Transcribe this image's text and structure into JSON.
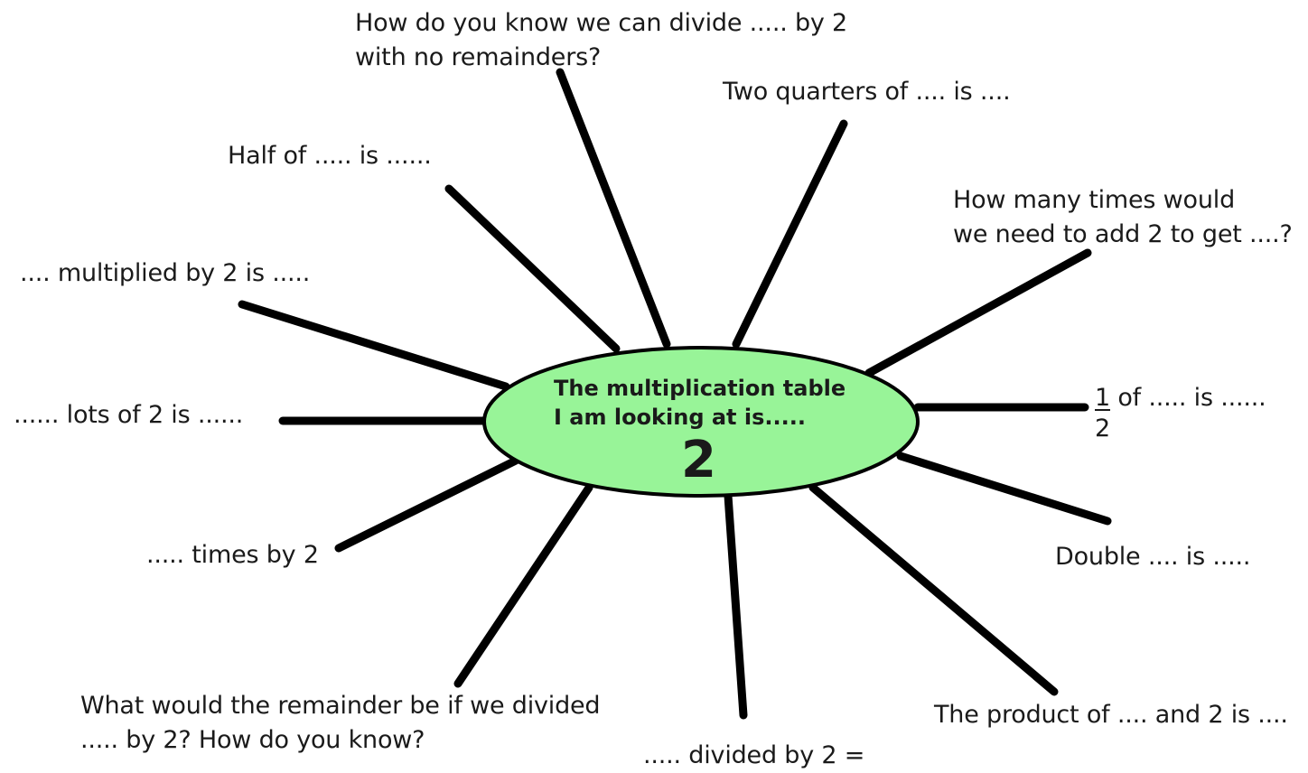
{
  "center": {
    "line1": "The multiplication table",
    "line2": "I am looking at is.....",
    "number": "2",
    "fill": "#98f498",
    "stroke": "#000000"
  },
  "labels": {
    "divide_no_remainder": [
      "How do you know we can divide ..... by 2",
      "with no remainders?"
    ],
    "two_quarters": [
      "Two quarters of .... is ...."
    ],
    "half_of": [
      "Half of ..... is ......"
    ],
    "add_2_times": [
      "How many times would",
      "we need to add 2 to get ....?"
    ],
    "multiplied_by": [
      ".... multiplied by 2 is ....."
    ],
    "fraction": {
      "numerator": "1",
      "denominator": "2",
      "text": " of ..... is ......"
    },
    "lots_of": [
      "...... lots of 2 is ......"
    ],
    "double": [
      "Double .... is ....."
    ],
    "times_by": [
      "..... times by 2"
    ],
    "remainder_question": [
      "What would the remainder be if we divided",
      "..... by 2? How do you know?"
    ],
    "divided_by": [
      "..... divided by 2 ="
    ],
    "product_of": [
      "The product of .... and 2 is ...."
    ]
  },
  "colors": {
    "spoke": "#000000",
    "text": "#1a1a1a",
    "background": "#ffffff"
  }
}
